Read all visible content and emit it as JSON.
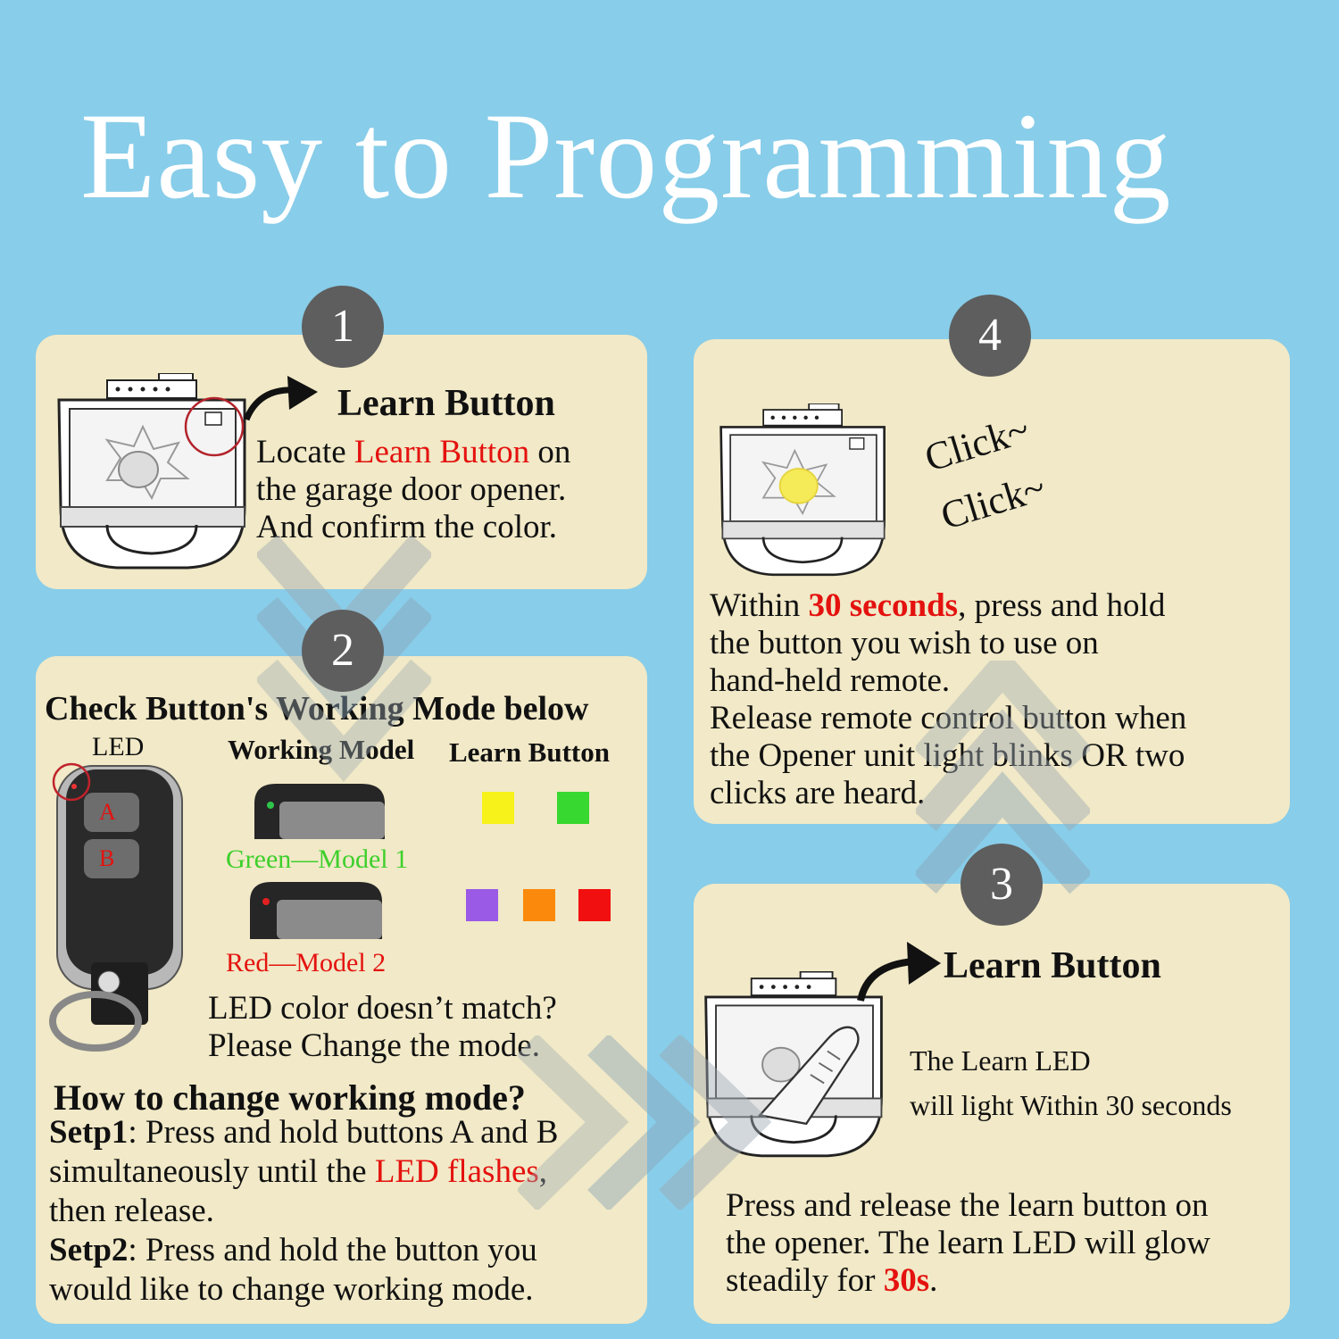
{
  "title": "Easy to Programming",
  "steps": {
    "s1": {
      "number": "1",
      "heading": "Learn Button",
      "text_pre": "Locate ",
      "text_highlight": "Learn Button",
      "text_post": " on",
      "line2": "the garage door opener.",
      "line3": "And confirm the color."
    },
    "s2": {
      "number": "2",
      "heading": "Check Button's Working Mode below",
      "led_label": "LED",
      "working_model_label": "Working Model",
      "learn_button_label": "Learn Button",
      "button_a": "A",
      "button_b": "B",
      "green_model": "Green—Model 1",
      "red_model": "Red—Model 2",
      "mismatch_line1": "LED color doesn’t match?",
      "mismatch_line2": "Please Change the mode.",
      "how_heading": "How to change working mode?",
      "step1_label": "Setp1",
      "step1_text": ": Press and hold buttons A and B",
      "step1_line2_pre": "simultaneously until the ",
      "step1_highlight": "LED flashes",
      "step1_line2_post": ",",
      "step1_line3": "then release.",
      "step2_label": "Setp2",
      "step2_text": ": Press and hold the button you",
      "step2_line2": "would like to change working mode."
    },
    "s3": {
      "number": "3",
      "heading": "Learn Button",
      "led_note_line1": "The Learn LED",
      "led_note_line2": "will light Within 30 seconds",
      "line1": "Press and release the learn button on",
      "line2": "the opener. The learn LED will glow",
      "line3_pre": "steadily for ",
      "line3_highlight": "30s",
      "line3_post": "."
    },
    "s4": {
      "number": "4",
      "click1": "Click~",
      "click2": "Click~",
      "line1_pre": "Within ",
      "line1_highlight": "30 seconds",
      "line1_post": ", press and hold",
      "line2": "the button you wish to use on",
      "line3": "hand-held remote.",
      "line4": "Release remote control button when",
      "line5": "the Opener unit light blinks OR two",
      "line6": "clicks are heard."
    }
  },
  "colors": {
    "background": "#88cde9",
    "panel": "#f1e9c7",
    "badge": "#5e5e5e",
    "highlight_red": "#e4120f",
    "model_green": "#3ecf2c",
    "swatch_yellow": "#f7f21a",
    "swatch_green": "#37d82f",
    "swatch_purple": "#9a5ae6",
    "swatch_orange": "#fb8a0c",
    "swatch_red": "#f20f0f"
  },
  "icons": {
    "opener": "garage-door-opener-icon",
    "remote": "remote-key-fob-icon",
    "arrow": "curved-arrow-icon",
    "finger": "pressing-finger-icon"
  }
}
